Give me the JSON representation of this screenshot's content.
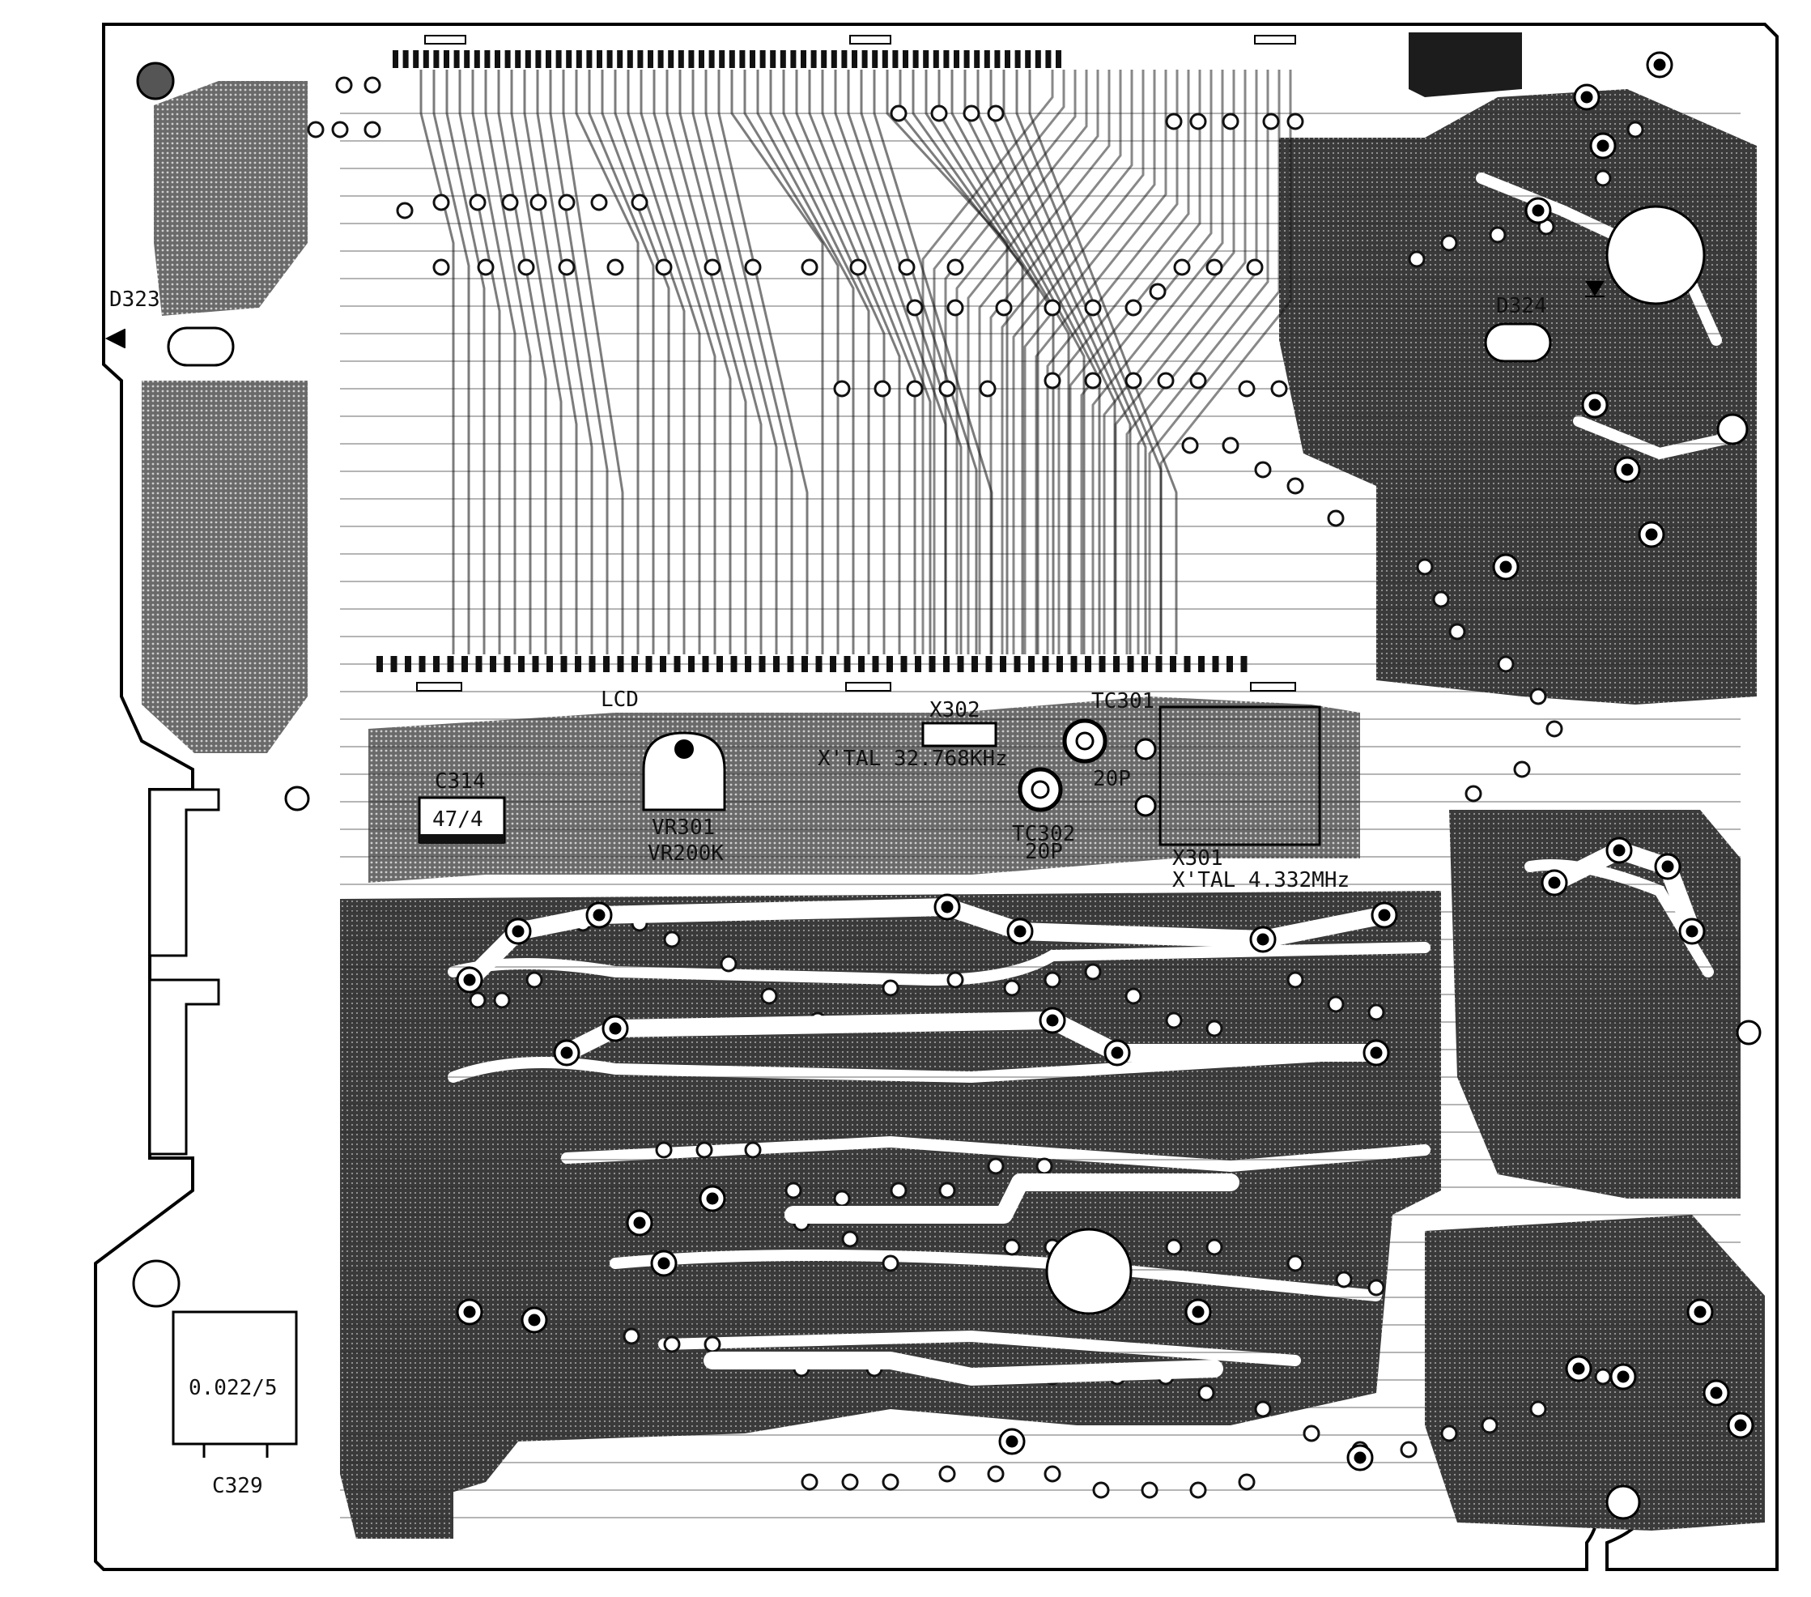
{
  "diagram": {
    "type": "pcb-artwork",
    "style": "black copper on white, halftone ground planes",
    "labels": {
      "d323": "D323",
      "d324": "D324",
      "lcd": "LCD",
      "c314": "C314",
      "c314_value": "47/4",
      "vr301": "VR301",
      "vr301_value": "VR200K",
      "x302": "X302",
      "x302_value": "X'TAL 32.768KHz",
      "tc301": "TC301",
      "tc301_value": "20P",
      "tc302": "TC302",
      "tc302_value": "20P",
      "x301": "X301",
      "x301_value": "X'TAL 4.332MHz",
      "c329": "C329",
      "c329_value": "0.022/5"
    }
  }
}
